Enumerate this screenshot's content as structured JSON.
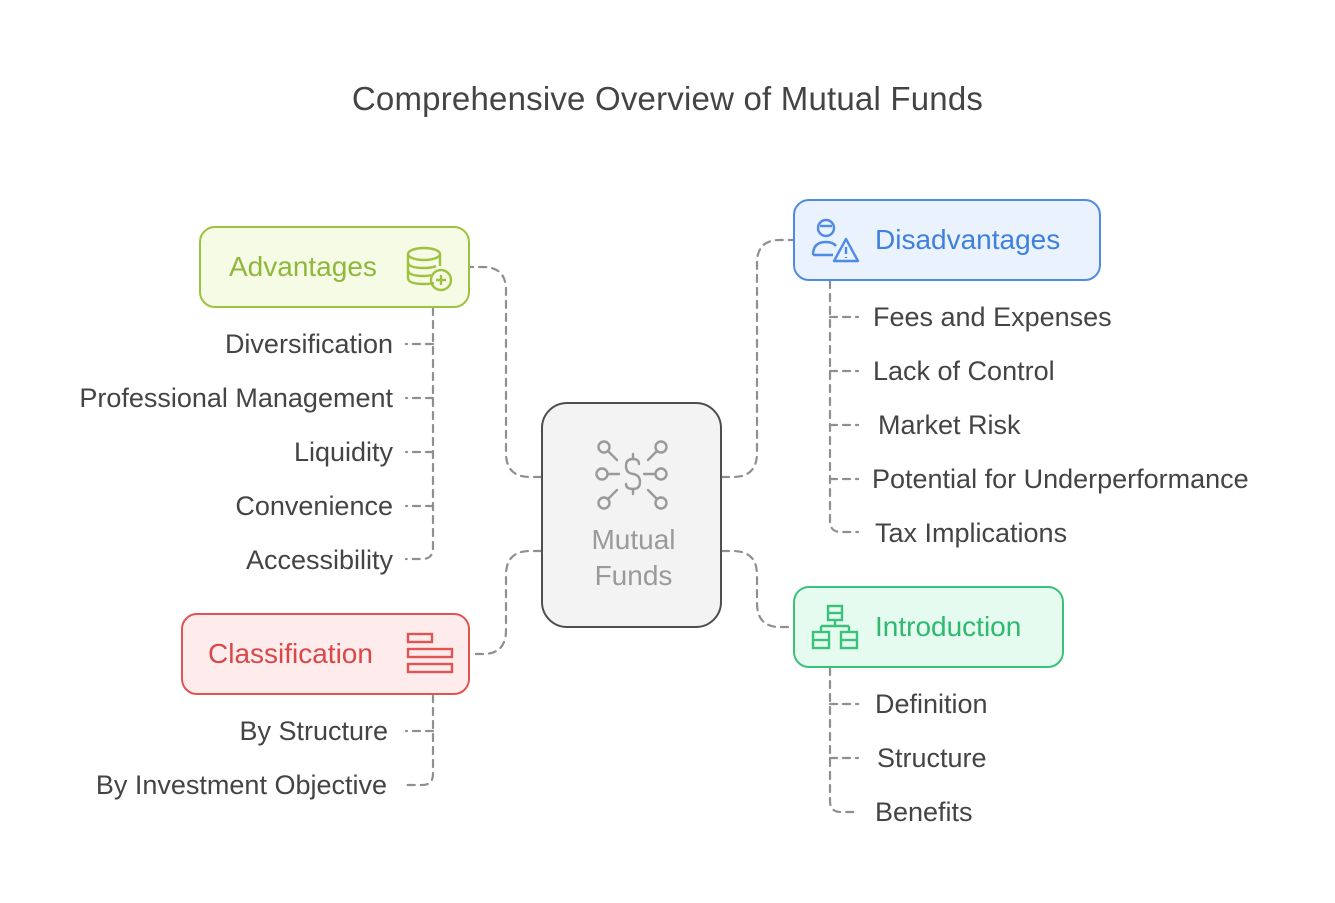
{
  "title": "Comprehensive Overview of Mutual Funds",
  "center": {
    "label_line1": "Mutual",
    "label_line2": "Funds",
    "icon": "money-network-icon"
  },
  "advantages": {
    "label": "Advantages",
    "icon": "coins-plus-icon",
    "color": "#9dc23f",
    "items": [
      "Diversification",
      "Professional Management",
      "Liquidity",
      "Convenience",
      "Accessibility"
    ]
  },
  "disadvantages": {
    "label": "Disadvantages",
    "icon": "user-warning-icon",
    "color": "#4f8be6",
    "items": [
      "Fees and Expenses",
      "Lack of Control",
      "Market Risk",
      "Potential for Underperformance",
      "Tax Implications"
    ]
  },
  "classification": {
    "label": "Classification",
    "icon": "list-bars-icon",
    "color": "#e05454",
    "items": [
      "By Structure",
      "By Investment Objective"
    ]
  },
  "introduction": {
    "label": "Introduction",
    "icon": "hierarchy-icon",
    "color": "#3ac27b",
    "items": [
      "Definition",
      "Structure",
      "Benefits"
    ]
  }
}
